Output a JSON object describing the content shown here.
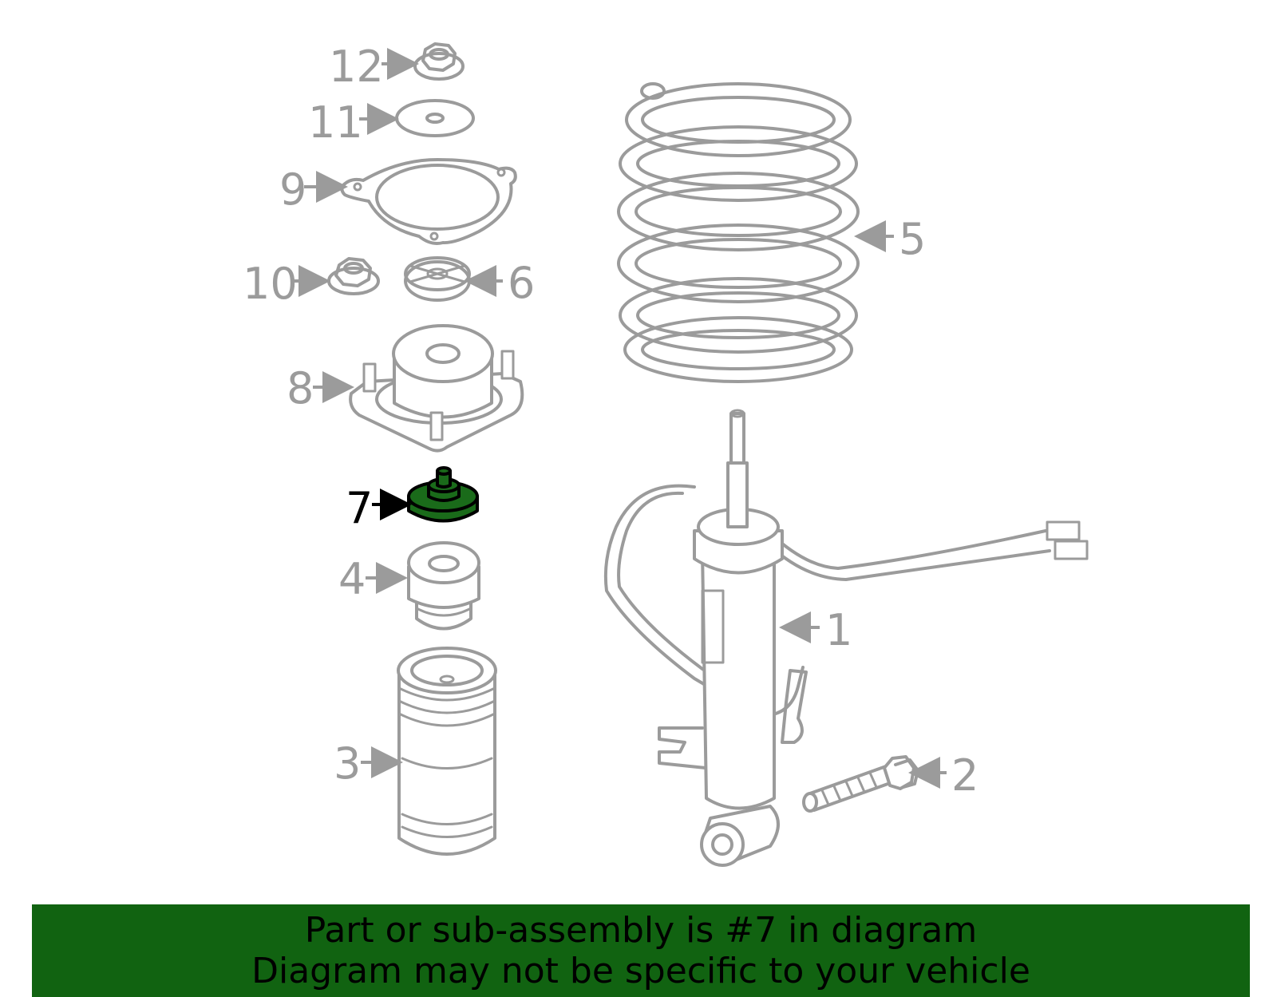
{
  "diagram": {
    "callouts": [
      {
        "number": "12",
        "part": "nut"
      },
      {
        "number": "11",
        "part": "washer"
      },
      {
        "number": "9",
        "part": "mount-plate"
      },
      {
        "number": "10",
        "part": "nut"
      },
      {
        "number": "6",
        "part": "bushing"
      },
      {
        "number": "8",
        "part": "strut-mount"
      },
      {
        "number": "7",
        "part": "bump-cap",
        "highlighted": true
      },
      {
        "number": "4",
        "part": "bump-stop"
      },
      {
        "number": "3",
        "part": "dust-boot"
      },
      {
        "number": "5",
        "part": "coil-spring"
      },
      {
        "number": "1",
        "part": "strut-assembly"
      },
      {
        "number": "2",
        "part": "bolt"
      }
    ],
    "highlight_color": "#1a6b1a",
    "line_color": "#9b9b9b"
  },
  "banner": {
    "line1": "Part or sub-assembly is #7 in diagram",
    "line2": "Diagram may not be specific to your vehicle",
    "background": "#116311"
  }
}
